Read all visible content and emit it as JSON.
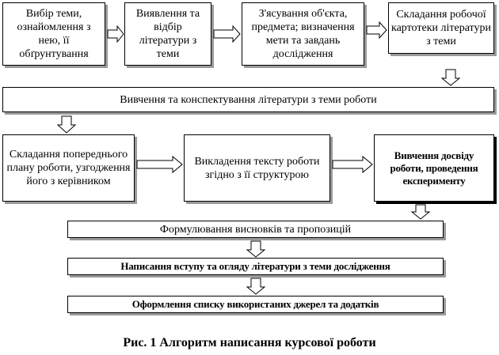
{
  "steps": {
    "s1": "Вибір теми, ознайомлення з нею, її обґрунтування",
    "s2": "Виявлення та відбір літератури з теми",
    "s3": "З'ясування об'єкта, предмета; визначення мети та завдань дослідження",
    "s4": "Складання робочої картотеки літератури з теми",
    "s5": "Вивчення та конспектування літератури з теми роботи",
    "s6": "Складання попереднього плану роботи, узгодження його з керівником",
    "s7": "Викладення тексту роботи згідно з її структурою",
    "s8": "Вивчення досвіду роботи, проведення експерименту",
    "s9": "Формулювання висновків та пропозицій",
    "s10": "Написання вступу та огляду літератури з теми дослідження",
    "s11": "Оформлення списку використаних джерел та додатків"
  },
  "caption": "Рис. 1 Алгоритм написання курсової роботи"
}
